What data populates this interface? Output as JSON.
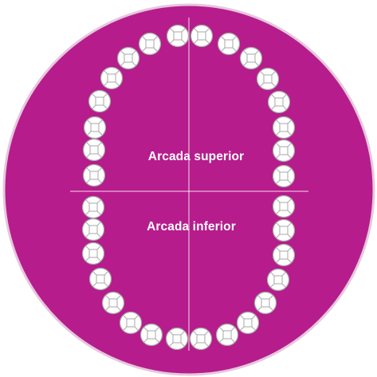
{
  "diagram": {
    "labels": {
      "upper_arch": "Arcada superior",
      "lower_arch": "Arcada inferior"
    },
    "colors": {
      "background_disc": "#b61c8c",
      "disc_outline": "#e5c7dd",
      "tooth_fill": "#ffffff",
      "tooth_stroke": "#a7a7a7",
      "divider_line": "#ffffff",
      "label_text": "#ffffff"
    },
    "teeth_per_arch": 16,
    "arches": [
      "upper",
      "lower"
    ]
  }
}
